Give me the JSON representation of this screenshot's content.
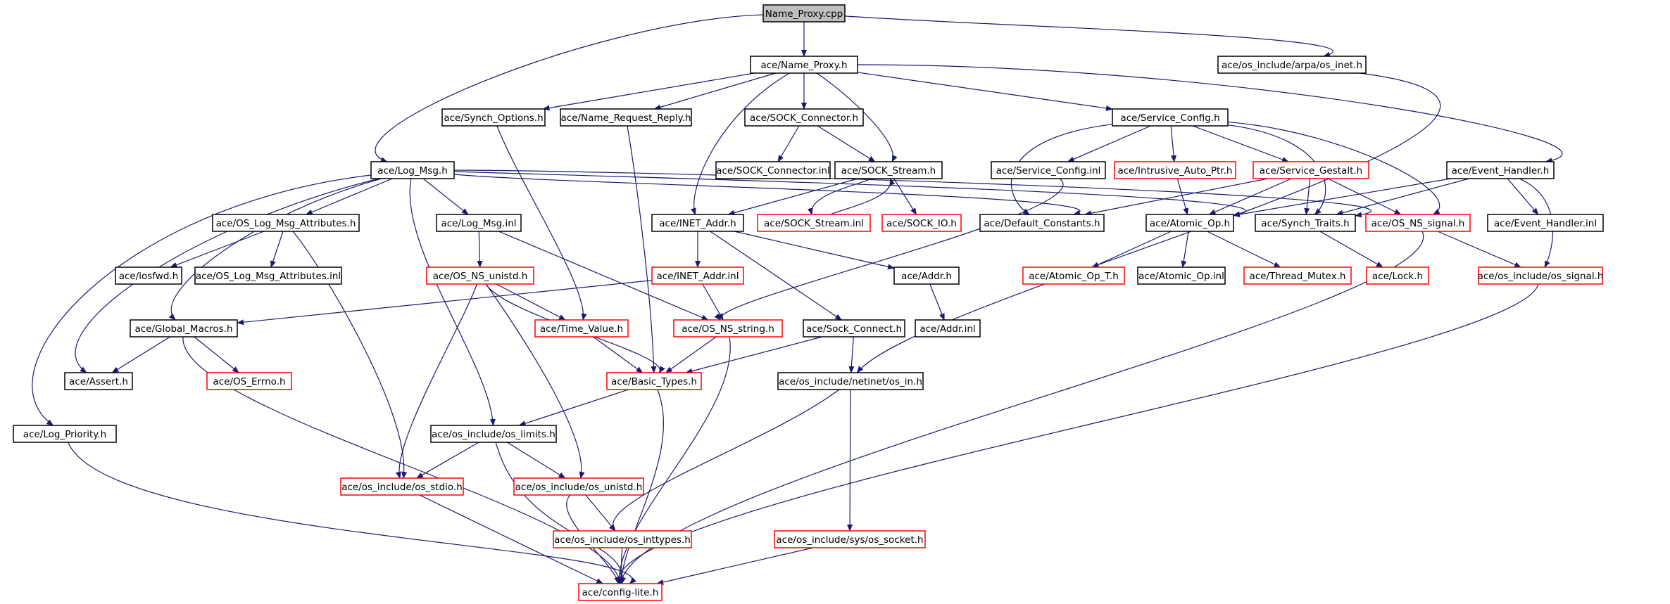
{
  "colors": {
    "edge": "#191970",
    "normal_border": "#000000",
    "missing_border": "#ff0000",
    "root_fill": "#bfbfbf",
    "text": "#000000"
  },
  "nodes": {
    "name_proxy_cpp": {
      "label": "Name_Proxy.cpp",
      "status": "root"
    },
    "name_proxy_h": {
      "label": "ace/Name_Proxy.h",
      "status": "normal"
    },
    "os_inet_h": {
      "label": "ace/os_include/arpa/os_inet.h",
      "status": "normal"
    },
    "synch_options_h": {
      "label": "ace/Synch_Options.h",
      "status": "normal"
    },
    "name_request_reply_h": {
      "label": "ace/Name_Request_Reply.h",
      "status": "normal"
    },
    "sock_connector_h": {
      "label": "ace/SOCK_Connector.h",
      "status": "normal"
    },
    "service_config_h": {
      "label": "ace/Service_Config.h",
      "status": "normal"
    },
    "log_msg_h": {
      "label": "ace/Log_Msg.h",
      "status": "normal"
    },
    "sock_connector_inl": {
      "label": "ace/SOCK_Connector.inl",
      "status": "normal"
    },
    "sock_stream_h": {
      "label": "ace/SOCK_Stream.h",
      "status": "normal"
    },
    "service_config_inl": {
      "label": "ace/Service_Config.inl",
      "status": "normal"
    },
    "intrusive_auto_ptr_h": {
      "label": "ace/Intrusive_Auto_Ptr.h",
      "status": "missing"
    },
    "service_gestalt_h": {
      "label": "ace/Service_Gestalt.h",
      "status": "missing"
    },
    "event_handler_h": {
      "label": "ace/Event_Handler.h",
      "status": "normal"
    },
    "os_log_msg_attributes_h": {
      "label": "ace/OS_Log_Msg_Attributes.h",
      "status": "normal"
    },
    "log_msg_inl": {
      "label": "ace/Log_Msg.inl",
      "status": "normal"
    },
    "inet_addr_h": {
      "label": "ace/INET_Addr.h",
      "status": "normal"
    },
    "sock_stream_inl": {
      "label": "ace/SOCK_Stream.inl",
      "status": "missing"
    },
    "sock_io_h": {
      "label": "ace/SOCK_IO.h",
      "status": "missing"
    },
    "default_constants_h": {
      "label": "ace/Default_Constants.h",
      "status": "normal"
    },
    "atomic_op_h": {
      "label": "ace/Atomic_Op.h",
      "status": "normal"
    },
    "synch_traits_h": {
      "label": "ace/Synch_Traits.h",
      "status": "normal"
    },
    "os_ns_signal_h": {
      "label": "ace/OS_NS_signal.h",
      "status": "missing"
    },
    "event_handler_inl": {
      "label": "ace/Event_Handler.inl",
      "status": "normal"
    },
    "iosfwd_h": {
      "label": "ace/iosfwd.h",
      "status": "normal"
    },
    "os_log_msg_attributes_inl": {
      "label": "ace/OS_Log_Msg_Attributes.inl",
      "status": "normal"
    },
    "os_ns_unistd_h": {
      "label": "ace/OS_NS_unistd.h",
      "status": "missing"
    },
    "inet_addr_inl": {
      "label": "ace/INET_Addr.inl",
      "status": "missing"
    },
    "addr_h": {
      "label": "ace/Addr.h",
      "status": "normal"
    },
    "atomic_op_t_h": {
      "label": "ace/Atomic_Op_T.h",
      "status": "missing"
    },
    "atomic_op_inl": {
      "label": "ace/Atomic_Op.inl",
      "status": "normal"
    },
    "thread_mutex_h": {
      "label": "ace/Thread_Mutex.h",
      "status": "missing"
    },
    "lock_h": {
      "label": "ace/Lock.h",
      "status": "missing"
    },
    "os_signal_h": {
      "label": "ace/os_include/os_signal.h",
      "status": "missing"
    },
    "global_macros_h": {
      "label": "ace/Global_Macros.h",
      "status": "normal"
    },
    "time_value_h": {
      "label": "ace/Time_Value.h",
      "status": "missing"
    },
    "os_ns_string_h": {
      "label": "ace/OS_NS_string.h",
      "status": "missing"
    },
    "sock_connect_h": {
      "label": "ace/Sock_Connect.h",
      "status": "normal"
    },
    "addr_inl": {
      "label": "ace/Addr.inl",
      "status": "normal"
    },
    "assert_h": {
      "label": "ace/Assert.h",
      "status": "normal"
    },
    "os_errno_h": {
      "label": "ace/OS_Errno.h",
      "status": "missing"
    },
    "basic_types_h": {
      "label": "ace/Basic_Types.h",
      "status": "missing"
    },
    "os_in_h": {
      "label": "ace/os_include/netinet/os_in.h",
      "status": "normal"
    },
    "log_priority_h": {
      "label": "ace/Log_Priority.h",
      "status": "normal"
    },
    "os_limits_h": {
      "label": "ace/os_include/os_limits.h",
      "status": "normal"
    },
    "os_stdio_h": {
      "label": "ace/os_include/os_stdio.h",
      "status": "missing"
    },
    "os_unistd_h": {
      "label": "ace/os_include/os_unistd.h",
      "status": "missing"
    },
    "os_inttypes_h": {
      "label": "ace/os_include/os_inttypes.h",
      "status": "missing"
    },
    "os_socket_h": {
      "label": "ace/os_include/sys/os_socket.h",
      "status": "missing"
    },
    "config_lite_h": {
      "label": "ace/config-lite.h",
      "status": "missing"
    }
  },
  "edges": [
    [
      "name_proxy_cpp",
      "name_proxy_h"
    ],
    [
      "name_proxy_cpp",
      "os_inet_h"
    ],
    [
      "name_proxy_cpp",
      "log_msg_h"
    ],
    [
      "name_proxy_h",
      "synch_options_h"
    ],
    [
      "name_proxy_h",
      "name_request_reply_h"
    ],
    [
      "name_proxy_h",
      "sock_connector_h"
    ],
    [
      "name_proxy_h",
      "service_config_h"
    ],
    [
      "name_proxy_h",
      "sock_stream_h"
    ],
    [
      "name_proxy_h",
      "inet_addr_h"
    ],
    [
      "name_proxy_h",
      "event_handler_h"
    ],
    [
      "os_inet_h",
      "os_in_h"
    ],
    [
      "synch_options_h",
      "time_value_h"
    ],
    [
      "name_request_reply_h",
      "basic_types_h"
    ],
    [
      "sock_connector_h",
      "sock_connector_inl"
    ],
    [
      "sock_connector_h",
      "sock_stream_h"
    ],
    [
      "sock_stream_h",
      "sock_stream_inl"
    ],
    [
      "sock_stream_inl",
      "sock_stream_h"
    ],
    [
      "sock_stream_h",
      "sock_io_h"
    ],
    [
      "sock_stream_h",
      "inet_addr_h"
    ],
    [
      "service_config_h",
      "service_config_inl"
    ],
    [
      "service_config_h",
      "intrusive_auto_ptr_h"
    ],
    [
      "service_config_h",
      "service_gestalt_h"
    ],
    [
      "service_config_h",
      "default_constants_h"
    ],
    [
      "service_config_h",
      "synch_traits_h"
    ],
    [
      "service_config_h",
      "os_ns_signal_h"
    ],
    [
      "service_config_inl",
      "os_ns_string_h"
    ],
    [
      "intrusive_auto_ptr_h",
      "atomic_op_h"
    ],
    [
      "service_gestalt_h",
      "default_constants_h"
    ],
    [
      "service_gestalt_h",
      "atomic_op_h"
    ],
    [
      "service_gestalt_h",
      "synch_traits_h"
    ],
    [
      "service_gestalt_h",
      "os_ns_signal_h"
    ],
    [
      "event_handler_h",
      "atomic_op_h"
    ],
    [
      "event_handler_h",
      "synch_traits_h"
    ],
    [
      "event_handler_h",
      "event_handler_inl"
    ],
    [
      "event_handler_h",
      "os_signal_h"
    ],
    [
      "log_msg_h",
      "os_log_msg_attributes_h"
    ],
    [
      "log_msg_h",
      "log_msg_inl"
    ],
    [
      "log_msg_h",
      "default_constants_h"
    ],
    [
      "log_msg_h",
      "atomic_op_h"
    ],
    [
      "log_msg_h",
      "synch_traits_h"
    ],
    [
      "log_msg_h",
      "global_macros_h"
    ],
    [
      "log_msg_h",
      "assert_h"
    ],
    [
      "log_msg_h",
      "log_priority_h"
    ],
    [
      "log_msg_h",
      "os_limits_h"
    ],
    [
      "os_log_msg_attributes_h",
      "iosfwd_h"
    ],
    [
      "os_log_msg_attributes_h",
      "os_log_msg_attributes_inl"
    ],
    [
      "os_log_msg_attributes_h",
      "os_stdio_h"
    ],
    [
      "log_msg_inl",
      "os_ns_unistd_h"
    ],
    [
      "log_msg_inl",
      "os_ns_string_h"
    ],
    [
      "inet_addr_h",
      "inet_addr_inl"
    ],
    [
      "inet_addr_h",
      "addr_h"
    ],
    [
      "inet_addr_h",
      "sock_connect_h"
    ],
    [
      "inet_addr_inl",
      "global_macros_h"
    ],
    [
      "inet_addr_inl",
      "os_ns_string_h"
    ],
    [
      "addr_h",
      "addr_inl"
    ],
    [
      "atomic_op_h",
      "atomic_op_t_h"
    ],
    [
      "atomic_op_h",
      "atomic_op_inl"
    ],
    [
      "atomic_op_h",
      "thread_mutex_h"
    ],
    [
      "synch_traits_h",
      "lock_h"
    ],
    [
      "os_ns_signal_h",
      "os_signal_h"
    ],
    [
      "os_ns_signal_h",
      "config_lite_h"
    ],
    [
      "os_signal_h",
      "config_lite_h"
    ],
    [
      "os_ns_unistd_h",
      "time_value_h"
    ],
    [
      "os_ns_unistd_h",
      "basic_types_h"
    ],
    [
      "os_ns_unistd_h",
      "os_stdio_h"
    ],
    [
      "os_ns_unistd_h",
      "os_unistd_h"
    ],
    [
      "global_macros_h",
      "assert_h"
    ],
    [
      "global_macros_h",
      "os_errno_h"
    ],
    [
      "global_macros_h",
      "config_lite_h"
    ],
    [
      "time_value_h",
      "basic_types_h"
    ],
    [
      "os_ns_string_h",
      "basic_types_h"
    ],
    [
      "os_ns_string_h",
      "config_lite_h"
    ],
    [
      "sock_connect_h",
      "basic_types_h"
    ],
    [
      "sock_connect_h",
      "os_in_h"
    ],
    [
      "basic_types_h",
      "os_limits_h"
    ],
    [
      "basic_types_h",
      "config_lite_h"
    ],
    [
      "os_in_h",
      "os_inttypes_h"
    ],
    [
      "os_in_h",
      "os_socket_h"
    ],
    [
      "log_priority_h",
      "config_lite_h"
    ],
    [
      "os_limits_h",
      "os_stdio_h"
    ],
    [
      "os_limits_h",
      "os_unistd_h"
    ],
    [
      "os_limits_h",
      "config_lite_h"
    ],
    [
      "os_stdio_h",
      "config_lite_h"
    ],
    [
      "os_unistd_h",
      "os_inttypes_h"
    ],
    [
      "os_unistd_h",
      "config_lite_h"
    ],
    [
      "os_inttypes_h",
      "config_lite_h"
    ],
    [
      "os_socket_h",
      "config_lite_h"
    ]
  ]
}
